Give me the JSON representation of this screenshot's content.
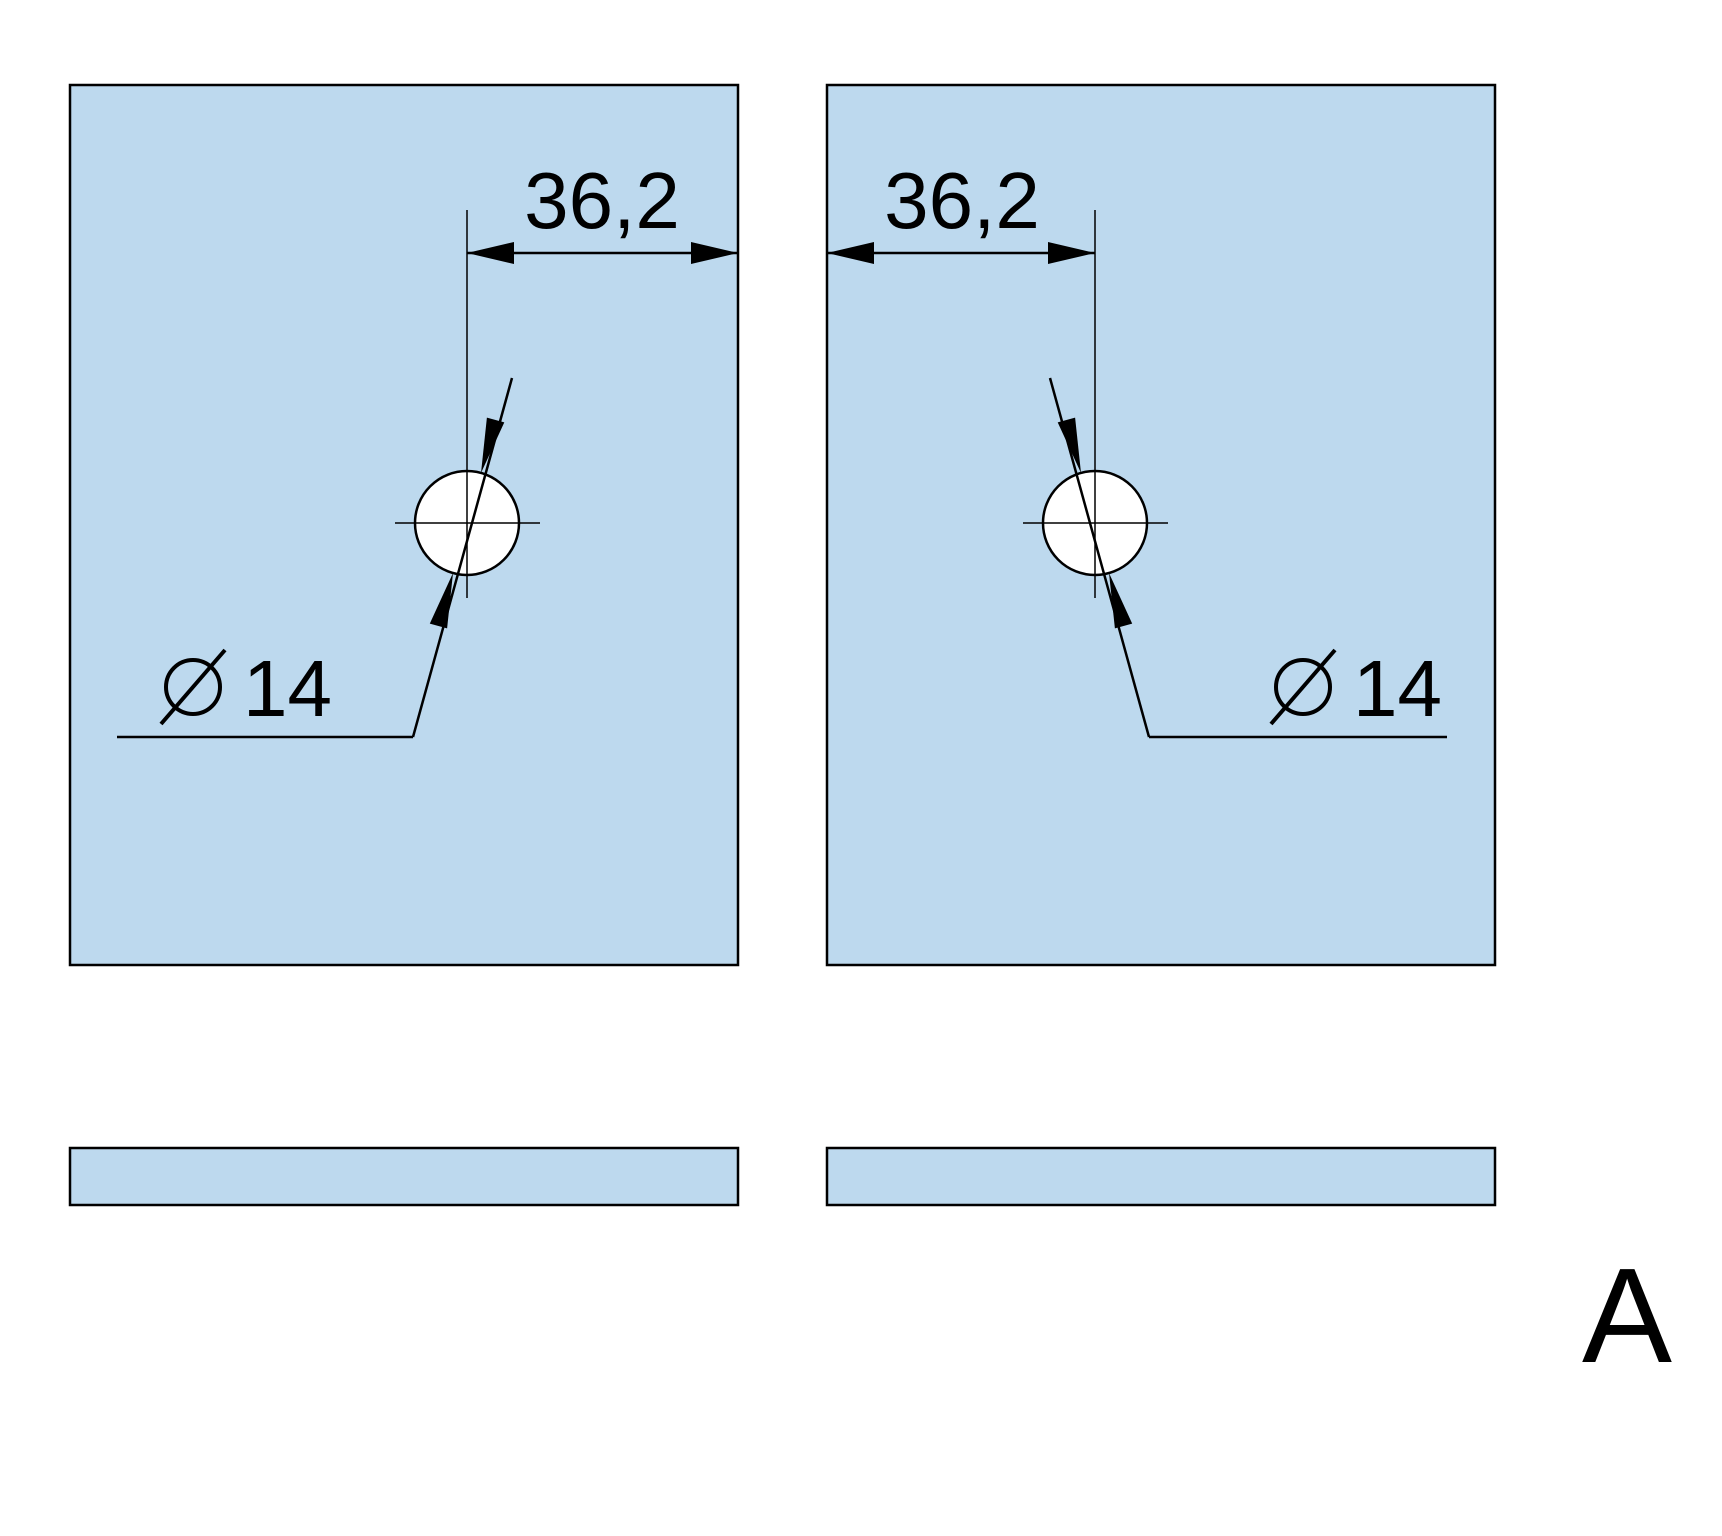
{
  "drawing_title": "hole-position-drawing",
  "dimensions": {
    "left": {
      "value": "36,2"
    },
    "right": {
      "value": "36,2"
    }
  },
  "holes": {
    "left": {
      "diameter": "14"
    },
    "right": {
      "diameter": "14"
    }
  },
  "view_label": "A",
  "colors": {
    "panel_fill": "#BDD9EE",
    "line": "#000000",
    "hole_fill": "#FFFFFF",
    "background": "#FFFFFF"
  }
}
